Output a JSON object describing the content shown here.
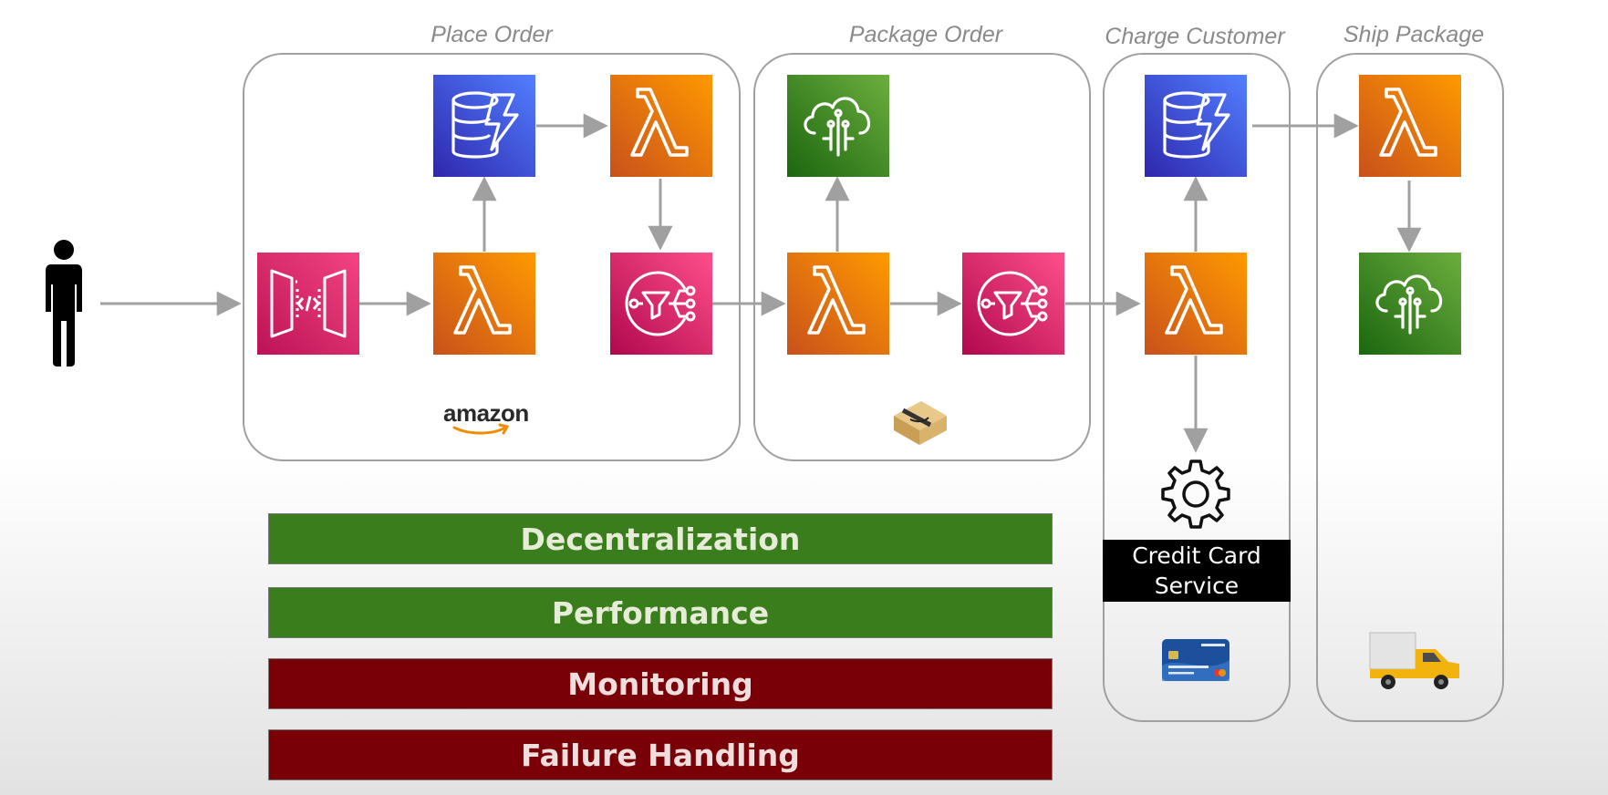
{
  "stages": [
    {
      "id": "place-order",
      "title": "Place Order"
    },
    {
      "id": "package-order",
      "title": "Package Order"
    },
    {
      "id": "charge-customer",
      "title": "Charge Customer"
    },
    {
      "id": "ship-package",
      "title": "Ship Package"
    }
  ],
  "nodes": [
    {
      "id": "user",
      "kind": "person-icon"
    },
    {
      "id": "api-gateway",
      "kind": "api-gateway-icon",
      "stage": "place-order"
    },
    {
      "id": "lambda-1",
      "kind": "lambda-icon",
      "stage": "place-order"
    },
    {
      "id": "dynamodb-1",
      "kind": "dynamodb-icon",
      "stage": "place-order"
    },
    {
      "id": "lambda-2",
      "kind": "lambda-icon",
      "stage": "place-order"
    },
    {
      "id": "sns-1",
      "kind": "sns-icon",
      "stage": "place-order"
    },
    {
      "id": "lambda-3",
      "kind": "lambda-icon",
      "stage": "package-order"
    },
    {
      "id": "iot-1",
      "kind": "iot-icon",
      "stage": "package-order"
    },
    {
      "id": "sns-2",
      "kind": "sns-icon",
      "stage": "package-order"
    },
    {
      "id": "lambda-4",
      "kind": "lambda-icon",
      "stage": "charge-customer"
    },
    {
      "id": "dynamodb-2",
      "kind": "dynamodb-icon",
      "stage": "charge-customer"
    },
    {
      "id": "credit-card-service",
      "kind": "gear-icon",
      "stage": "charge-customer"
    },
    {
      "id": "lambda-5",
      "kind": "lambda-icon",
      "stage": "ship-package"
    },
    {
      "id": "iot-2",
      "kind": "iot-icon",
      "stage": "ship-package"
    }
  ],
  "edges": [
    [
      "user",
      "api-gateway"
    ],
    [
      "api-gateway",
      "lambda-1"
    ],
    [
      "lambda-1",
      "dynamodb-1"
    ],
    [
      "dynamodb-1",
      "lambda-2"
    ],
    [
      "lambda-2",
      "sns-1"
    ],
    [
      "sns-1",
      "lambda-3"
    ],
    [
      "lambda-3",
      "iot-1"
    ],
    [
      "lambda-3",
      "sns-2"
    ],
    [
      "sns-2",
      "lambda-4"
    ],
    [
      "lambda-4",
      "dynamodb-2"
    ],
    [
      "lambda-4",
      "credit-card-service"
    ],
    [
      "dynamodb-2",
      "lambda-5"
    ],
    [
      "lambda-5",
      "iot-2"
    ]
  ],
  "credit_card_service": {
    "line1": "Credit Card",
    "line2": "Service"
  },
  "logos": {
    "amazon": "amazon"
  },
  "principles": [
    {
      "label": "Decentralization",
      "status": "good",
      "color": "#3a7d1c"
    },
    {
      "label": "Performance",
      "status": "good",
      "color": "#3a7d1c"
    },
    {
      "label": "Monitoring",
      "status": "bad",
      "color": "#7a0008"
    },
    {
      "label": "Failure Handling",
      "status": "bad",
      "color": "#7a0008"
    }
  ],
  "colors": {
    "lambda": "#ff9900",
    "dynamodb": "#527fff",
    "iot": "#6cae3e",
    "api_gateway": "#e7157b",
    "sns": "#e7157b",
    "arrow": "#a0a0a0"
  }
}
